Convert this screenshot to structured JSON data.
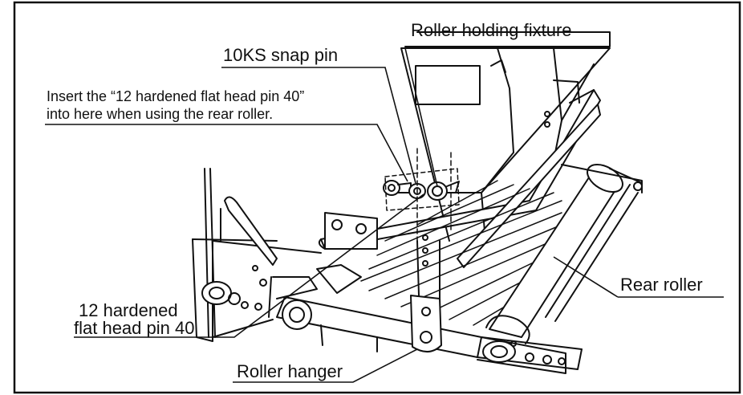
{
  "labels": {
    "roller_holding_fixture": "Roller holding fixture",
    "snap_pin": "10KS snap pin",
    "instruction_line1": "Insert the “12 hardened flat head pin 40”",
    "instruction_line2": "into here when using the rear roller.",
    "rear_roller": "Rear roller",
    "flat_head_pin_line1": "12 hardened",
    "flat_head_pin_line2": "flat head pin 40",
    "roller_hanger": "Roller hanger"
  }
}
